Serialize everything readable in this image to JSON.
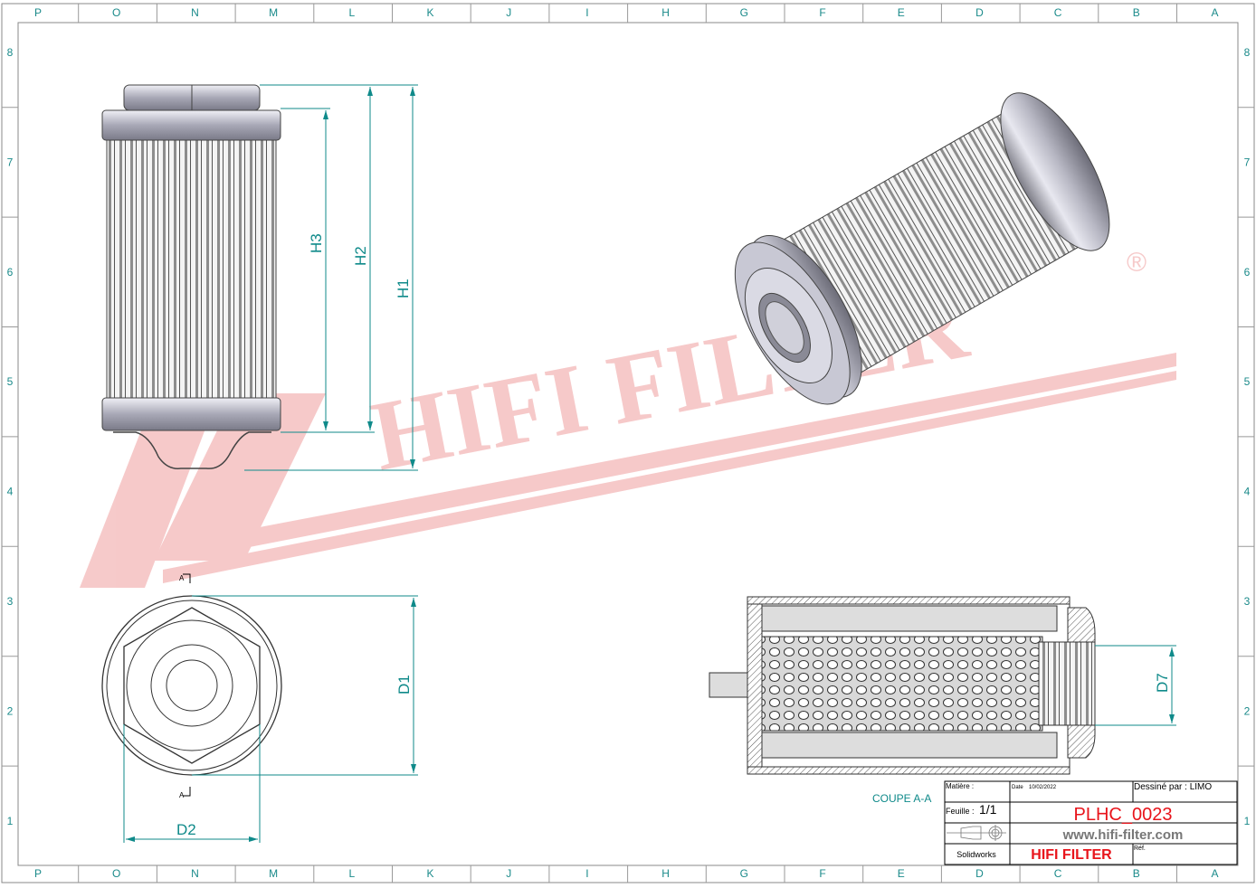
{
  "zones": {
    "columns": [
      "P",
      "O",
      "N",
      "M",
      "L",
      "K",
      "J",
      "I",
      "H",
      "G",
      "F",
      "E",
      "D",
      "C",
      "B",
      "A"
    ],
    "rows": [
      "8",
      "7",
      "6",
      "5",
      "4",
      "3",
      "2",
      "1"
    ]
  },
  "dimensions": {
    "h1": "H1",
    "h2": "H2",
    "h3": "H3",
    "d1": "D1",
    "d2": "D2",
    "d7": "D7"
  },
  "section_label": "COUPE A-A",
  "section_marker": "A",
  "watermark": {
    "text": "HIFI FILTER",
    "registered": "®"
  },
  "title_block": {
    "matiere_label": "Matière :",
    "date_label": "Date",
    "date_value": "10/02/2022",
    "drawn_by": "Dessiné par : LIMO",
    "sheet_label": "Feuille :",
    "sheet_value": "1/1",
    "part_number": "PLHC_0023",
    "website": "www.hifi-filter.com",
    "software": "Solidworks",
    "company": "HIFI FILTER",
    "ref_label": "Réf."
  },
  "colors": {
    "dimension": "#0f8a8a",
    "title_red": "#e8141b",
    "watermark": "#f3b8b8"
  }
}
